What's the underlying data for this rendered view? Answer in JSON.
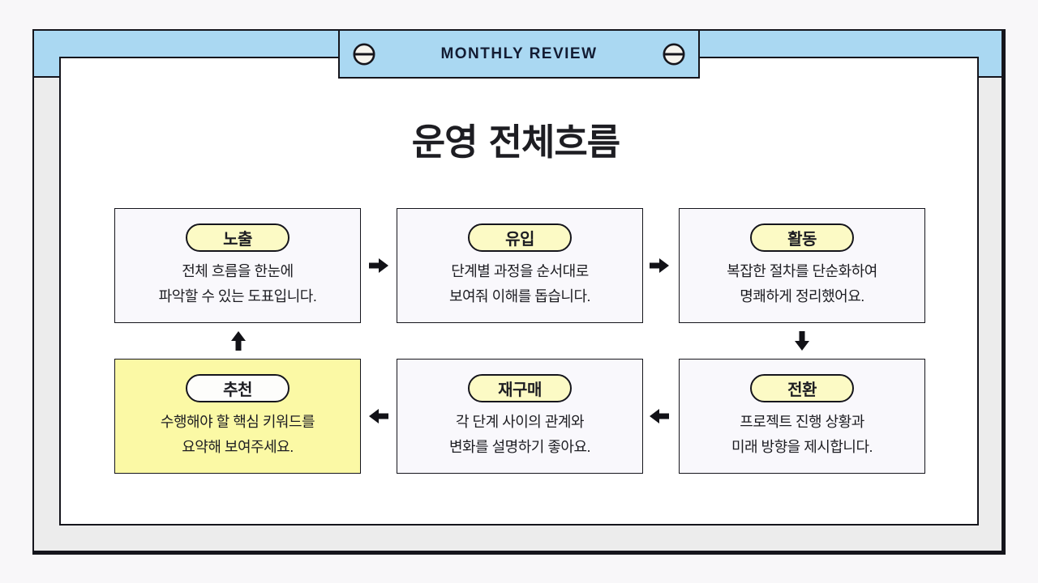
{
  "header": {
    "tab_label": "MONTHLY REVIEW"
  },
  "title": {
    "prefix": "운영",
    "highlight": "전체흐름"
  },
  "flow": {
    "boxes": [
      {
        "id": "exposure",
        "label": "노출",
        "line1": "전체 흐름을 한눈에",
        "line2": "파악할 수 있는 도표입니다.",
        "highlighted": false
      },
      {
        "id": "inflow",
        "label": "유입",
        "line1": "단계별 과정을 순서대로",
        "line2": "보여줘 이해를 돕습니다.",
        "highlighted": false
      },
      {
        "id": "activity",
        "label": "활동",
        "line1": "복잡한 절차를 단순화하여",
        "line2": "명쾌하게 정리했어요.",
        "highlighted": false
      },
      {
        "id": "recommendation",
        "label": "추천",
        "line1": "수행해야 할 핵심 키워드를",
        "line2": "요약해 보여주세요.",
        "highlighted": true
      },
      {
        "id": "repurchase",
        "label": "재구매",
        "line1": "각 단계 사이의 관계와",
        "line2": "변화를 설명하기 좋아요.",
        "highlighted": false
      },
      {
        "id": "conversion",
        "label": "전환",
        "line1": "프로젝트 진행 상황과",
        "line2": "미래 방향을 제시합니다.",
        "highlighted": false
      }
    ],
    "arrow_directions": [
      "right",
      "right",
      "down",
      "left",
      "left",
      "up"
    ]
  },
  "colors": {
    "page_bg": "#f8f7f9",
    "frame_gray": "#ececec",
    "blue": "#aad8f2",
    "border_dark": "#15151c",
    "box_bg": "#f9f8fc",
    "pill_yellow": "#fcfac5",
    "box_highlight_yellow": "#fbf9a5",
    "title_highlight": "#e8f763",
    "text_dark": "#1d1d22",
    "header_text": "#131c33"
  }
}
